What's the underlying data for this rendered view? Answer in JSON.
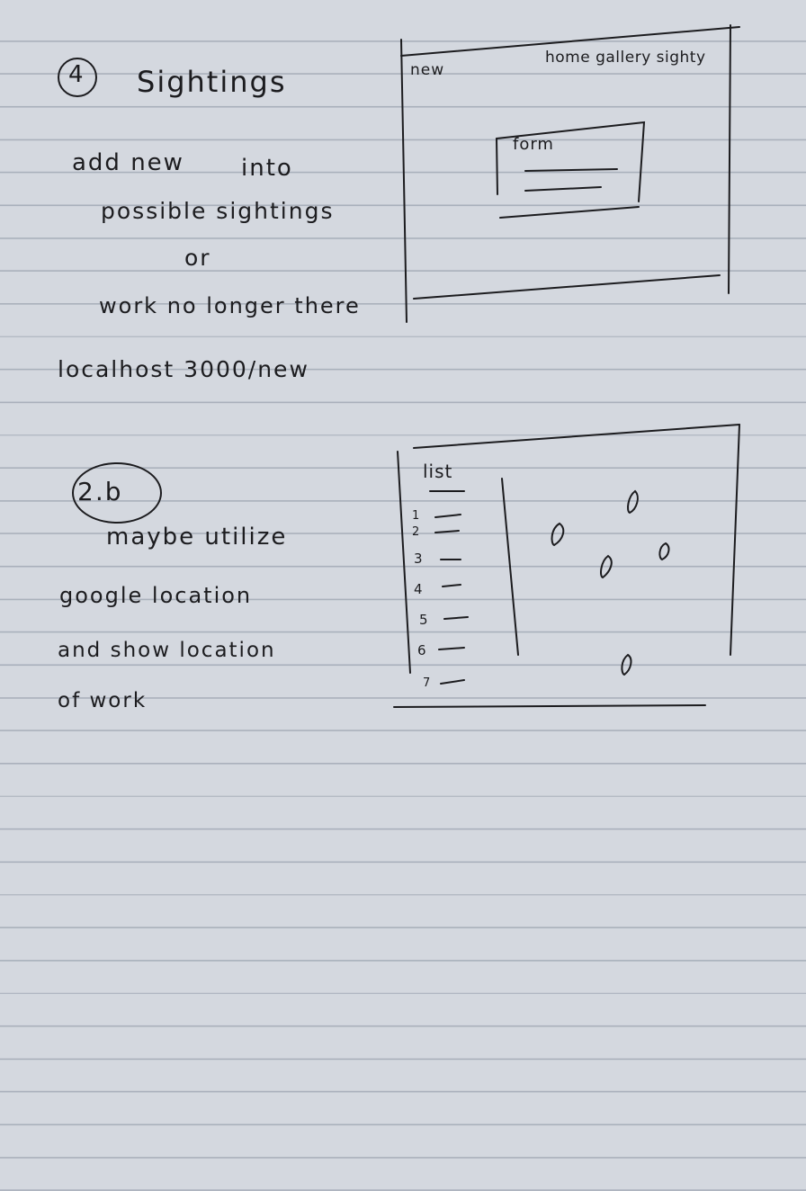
{
  "left_notes": {
    "section_number": "4",
    "title": "Sightings",
    "line1": "add new",
    "line1b": "into",
    "line2": "possible sightings",
    "line3": "or",
    "line4": "work no longer there",
    "url": "localhost 3000/new",
    "section2_number": "2.b",
    "line5": "maybe utilize",
    "line6": "google location",
    "line7": "and show location",
    "line8": "of work"
  },
  "sketch_top": {
    "nav_left": "new",
    "nav_right": "home gallery sighty",
    "form_label": "form"
  },
  "sketch_bottom": {
    "list_title": "list",
    "list_numbers": [
      "1",
      "2",
      "3",
      "4",
      "5",
      "6",
      "7"
    ]
  }
}
